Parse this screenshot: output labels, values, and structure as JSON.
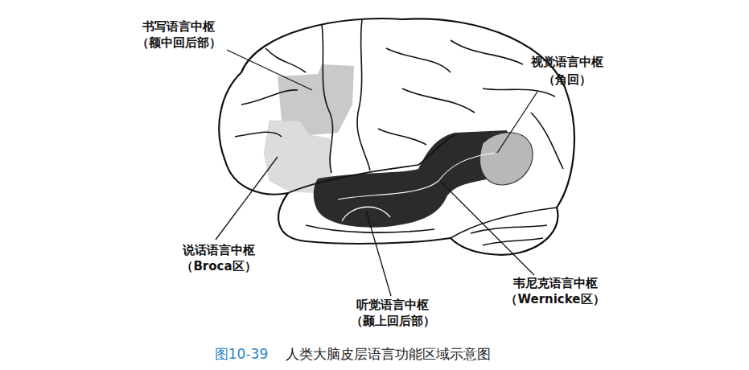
{
  "diagram": {
    "caption": "人类大脑皮层语言功能区域示意图",
    "labels": [
      "书写语言中枢",
      "（额中回后部）",
      "视觉语言中枢",
      "（角回）",
      "说话语言中枢",
      "（Broca区）",
      "听觉语言中枢",
      "（颞上回后部）",
      "韦尼克语言中枢",
      "（Wernicke区）",
      "图10-39"
    ]
  }
}
